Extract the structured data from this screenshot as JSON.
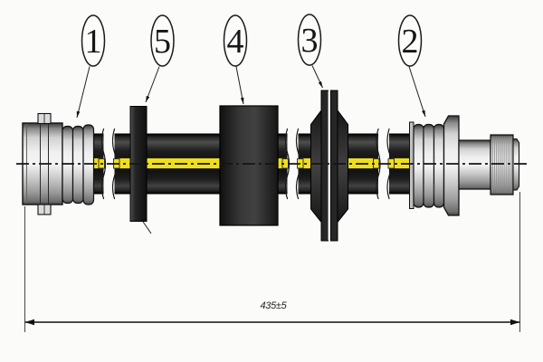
{
  "drawing": {
    "kind": "brake-hose-assembly-diagram"
  },
  "callouts": [
    {
      "label": "1"
    },
    {
      "label": "5"
    },
    {
      "label": "4"
    },
    {
      "label": "3"
    },
    {
      "label": "2"
    }
  ],
  "dimension": {
    "text": "435±5"
  },
  "colors": {
    "background": "#fbfbf9",
    "line_black": "#161616",
    "stripe_yellow": "#efde20",
    "hose_black": "#141414",
    "metal_light_gray": "#e9e9e9",
    "rubber_dark_gray": "#2f2f2f"
  }
}
